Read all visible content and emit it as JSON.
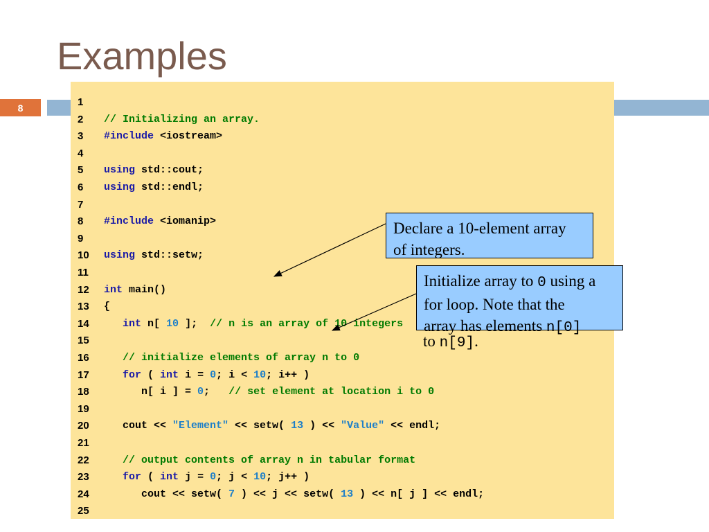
{
  "slide": {
    "title": "Examples",
    "number": "8"
  },
  "code": {
    "lines": [
      {
        "n": "1",
        "parts": []
      },
      {
        "n": "2",
        "parts": [
          {
            "t": "// Initializing an array.",
            "c": "cm"
          }
        ]
      },
      {
        "n": "3",
        "parts": [
          {
            "t": "#include",
            "c": "kw"
          },
          {
            "t": " <iostream>",
            "c": ""
          }
        ]
      },
      {
        "n": "4",
        "parts": []
      },
      {
        "n": "5",
        "parts": [
          {
            "t": "using",
            "c": "kw"
          },
          {
            "t": " std::cout;",
            "c": ""
          }
        ]
      },
      {
        "n": "6",
        "parts": [
          {
            "t": "using",
            "c": "kw"
          },
          {
            "t": " std::endl;",
            "c": ""
          }
        ]
      },
      {
        "n": "7",
        "parts": []
      },
      {
        "n": "8",
        "parts": [
          {
            "t": "#include",
            "c": "kw"
          },
          {
            "t": " <iomanip>",
            "c": ""
          }
        ]
      },
      {
        "n": "9",
        "parts": []
      },
      {
        "n": "10",
        "parts": [
          {
            "t": "using",
            "c": "kw"
          },
          {
            "t": " std::setw;",
            "c": ""
          }
        ]
      },
      {
        "n": "11",
        "parts": []
      },
      {
        "n": "12",
        "parts": [
          {
            "t": "int",
            "c": "kw"
          },
          {
            "t": " main()",
            "c": ""
          }
        ]
      },
      {
        "n": "13",
        "parts": [
          {
            "t": "{",
            "c": ""
          }
        ]
      },
      {
        "n": "14",
        "parts": [
          {
            "t": "   ",
            "c": ""
          },
          {
            "t": "int",
            "c": "kw"
          },
          {
            "t": " n[ ",
            "c": ""
          },
          {
            "t": "10",
            "c": "num"
          },
          {
            "t": " ];  ",
            "c": ""
          },
          {
            "t": "// n is an array of 10 integers",
            "c": "cm"
          }
        ]
      },
      {
        "n": "15",
        "parts": []
      },
      {
        "n": "16",
        "parts": [
          {
            "t": "   ",
            "c": ""
          },
          {
            "t": "// initialize elements of array n to 0",
            "c": "cm"
          }
        ]
      },
      {
        "n": "17",
        "parts": [
          {
            "t": "   ",
            "c": ""
          },
          {
            "t": "for",
            "c": "kw"
          },
          {
            "t": " ( ",
            "c": ""
          },
          {
            "t": "int",
            "c": "kw"
          },
          {
            "t": " i = ",
            "c": ""
          },
          {
            "t": "0",
            "c": "num"
          },
          {
            "t": "; i < ",
            "c": ""
          },
          {
            "t": "10",
            "c": "num"
          },
          {
            "t": "; i++ )",
            "c": ""
          }
        ]
      },
      {
        "n": "18",
        "parts": [
          {
            "t": "      n[ i ] = ",
            "c": ""
          },
          {
            "t": "0",
            "c": "num"
          },
          {
            "t": ";   ",
            "c": ""
          },
          {
            "t": "// set element at location i to 0",
            "c": "cm"
          }
        ]
      },
      {
        "n": "19",
        "parts": []
      },
      {
        "n": "20",
        "parts": [
          {
            "t": "   cout << ",
            "c": ""
          },
          {
            "t": "\"Element\"",
            "c": "str"
          },
          {
            "t": " << setw( ",
            "c": ""
          },
          {
            "t": "13",
            "c": "num"
          },
          {
            "t": " ) << ",
            "c": ""
          },
          {
            "t": "\"Value\"",
            "c": "str"
          },
          {
            "t": " << endl;",
            "c": ""
          }
        ]
      },
      {
        "n": "21",
        "parts": []
      },
      {
        "n": "22",
        "parts": [
          {
            "t": "   ",
            "c": ""
          },
          {
            "t": "// output contents of array n in tabular format",
            "c": "cm"
          }
        ]
      },
      {
        "n": "23",
        "parts": [
          {
            "t": "   ",
            "c": ""
          },
          {
            "t": "for",
            "c": "kw"
          },
          {
            "t": " ( ",
            "c": ""
          },
          {
            "t": "int",
            "c": "kw"
          },
          {
            "t": " j = ",
            "c": ""
          },
          {
            "t": "0",
            "c": "num"
          },
          {
            "t": "; j < ",
            "c": ""
          },
          {
            "t": "10",
            "c": "num"
          },
          {
            "t": "; j++ )",
            "c": ""
          }
        ]
      },
      {
        "n": "24",
        "parts": [
          {
            "t": "      cout << setw( ",
            "c": ""
          },
          {
            "t": "7",
            "c": "num"
          },
          {
            "t": " ) << j << setw( ",
            "c": ""
          },
          {
            "t": "13",
            "c": "num"
          },
          {
            "t": " ) << n[ j ] << endl;",
            "c": ""
          }
        ]
      },
      {
        "n": "25",
        "parts": []
      }
    ]
  },
  "callouts": {
    "declare": {
      "line1": "Declare a 10-element array",
      "line2": "of integers."
    },
    "init": {
      "a": "Initialize array to ",
      "zero": "0",
      "b": " using a",
      "line2": "for loop. Note that the",
      "line3a": "array has elements ",
      "n0": "n[0]",
      "tail_a": "to ",
      "n9": "n[9]",
      "tail_b": "."
    }
  },
  "colors": {
    "title": "#7a5b4e",
    "band": "#93b5d3",
    "slide_number_bg": "#e0733a",
    "code_bg": "#fde49a",
    "callout_bg": "#99ccff",
    "keyword": "#1a1aa6",
    "comment": "#007a00",
    "literal": "#1e7fc8"
  }
}
